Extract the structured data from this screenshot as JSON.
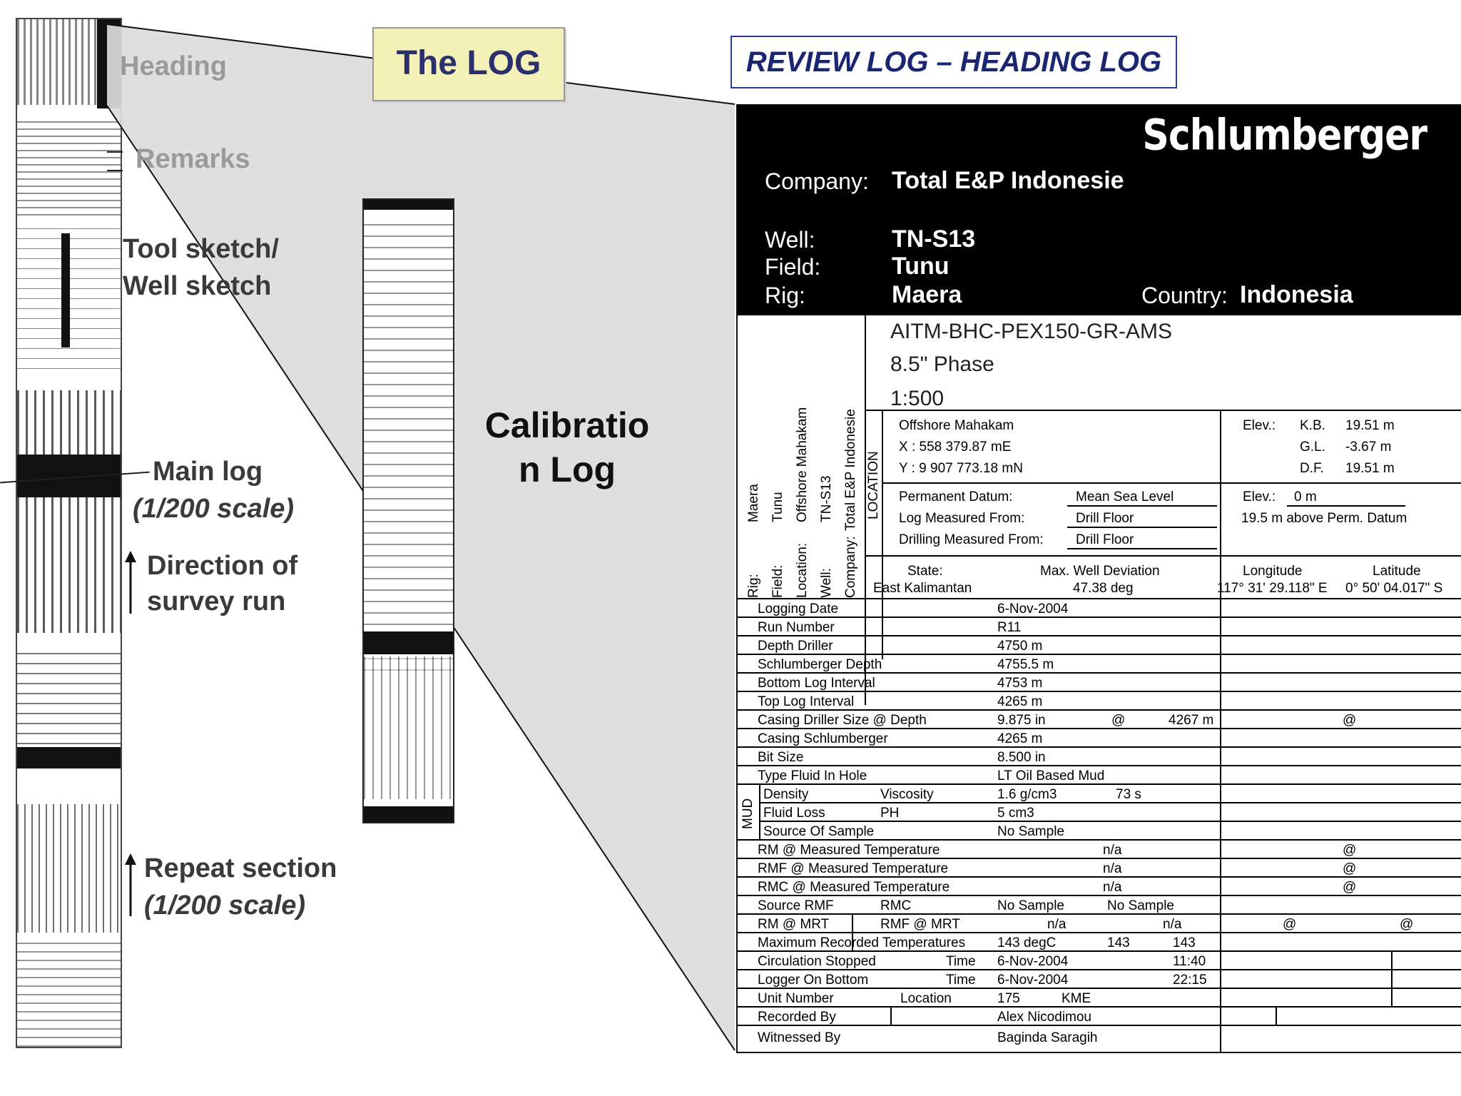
{
  "diagram": {
    "the_log": "The LOG",
    "calibration": "Calibratio n Log",
    "labels": {
      "heading": "Heading",
      "remarks": "Remarks",
      "tool_sketch_1": "Tool sketch/",
      "tool_sketch_2": "Well sketch",
      "main_log_1": "Main log",
      "main_log_2": "(1/200 scale)",
      "direction_1": "Direction of",
      "direction_2": "survey run",
      "repeat_1": "Repeat section",
      "repeat_2": "(1/200 scale)"
    }
  },
  "header": {
    "title": "REVIEW LOG – HEADING LOG"
  },
  "heading_log": {
    "logo": "Schlumberger",
    "company_label": "Company:",
    "company": "Total E&P Indonesie",
    "well_label": "Well:",
    "well": "TN-S13",
    "field_label": "Field:",
    "field": "Tunu",
    "rig_label": "Rig:",
    "rig": "Maera",
    "country_label": "Country:",
    "country": "Indonesia",
    "tool_string": "AITM-BHC-PEX150-GR-AMS",
    "phase": "8.5\" Phase",
    "scale": "1:500",
    "side": {
      "rig_label": "Rig:",
      "rig": "Maera",
      "field_label": "Field:",
      "field": "Tunu",
      "location_label": "Location:",
      "location": "Offshore Mahakam",
      "well_label": "Well:",
      "well": "TN-S13",
      "company_label": "Company:",
      "company": "Total E&P Indonesie"
    },
    "location_block": {
      "vertical_label": "LOCATION",
      "area": "Offshore Mahakam",
      "x": "X : 558 379.87 mE",
      "y": "Y : 9 907 773.18 mN",
      "elev_label": "Elev.:",
      "kb_label": "K.B.",
      "kb": "19.51 m",
      "gl_label": "G.L.",
      "gl": "-3.67 m",
      "df_label": "D.F.",
      "df": "19.51 m"
    },
    "datum": {
      "perm_label": "Permanent Datum:",
      "perm": "Mean Sea Level",
      "elev_label": "Elev.:",
      "elev": "0 m",
      "log_from_label": "Log Measured From:",
      "log_from": "Drill Floor",
      "above": "19.5 m    above Perm. Datum",
      "drill_from_label": "Drilling Measured From:",
      "drill_from": "Drill Floor"
    },
    "state_row": {
      "state_label": "State:",
      "state": "East Kalimantan",
      "dev_label": "Max. Well Deviation",
      "dev": "47.38 deg",
      "lon_label": "Longitude",
      "lon": "117° 31' 29.118\" E",
      "lat_label": "Latitude",
      "lat": "0° 50' 04.017\" S"
    },
    "mud_label": "MUD",
    "rows": {
      "r1": [
        "Logging Date",
        "6-Nov-2004"
      ],
      "r2": [
        "Run Number",
        "R11"
      ],
      "r3": [
        "Depth Driller",
        "4750 m"
      ],
      "r4": [
        "Schlumberger Depth",
        "4755.5 m"
      ],
      "r5": [
        "Bottom Log Interval",
        "4753 m"
      ],
      "r6": [
        "Top Log Interval",
        "4265 m"
      ],
      "r7": [
        "Casing Driller  Size @ Depth",
        "9.875 in",
        "@",
        "4267 m",
        "@"
      ],
      "r8": [
        "Casing Schlumberger",
        "4265 m"
      ],
      "r9": [
        "Bit Size",
        "8.500 in"
      ],
      "r10": [
        "Type Fluid In Hole",
        "LT Oil Based Mud"
      ],
      "r11": [
        "Density",
        "Viscosity",
        "1.6 g/cm3",
        "73 s"
      ],
      "r12": [
        "Fluid Loss",
        "PH",
        "5 cm3"
      ],
      "r13": [
        "Source Of Sample",
        "No Sample"
      ],
      "r14": [
        "RM @ Measured Temperature",
        "n/a",
        "@"
      ],
      "r15": [
        "RMF @ Measured Temperature",
        "n/a",
        "@"
      ],
      "r16": [
        "RMC @ Measured Temperature",
        "n/a",
        "@"
      ],
      "r17": [
        "Source  RMF",
        "RMC",
        "No Sample",
        "No Sample"
      ],
      "r18": [
        "RM @ MRT",
        "RMF @ MRT",
        "n/a",
        "n/a",
        "@",
        "@"
      ],
      "r19": [
        "Maximum Recorded Temperatures",
        "143 degC",
        "143",
        "143"
      ],
      "r20": [
        "Circulation Stopped",
        "Time",
        "6-Nov-2004",
        "11:40"
      ],
      "r21": [
        "Logger On Bottom",
        "Time",
        "6-Nov-2004",
        "22:15"
      ],
      "r22": [
        "Unit Number",
        "Location",
        "175",
        "KME"
      ],
      "r23": [
        "Recorded By",
        "Alex Nicodimou"
      ],
      "r24": [
        "Witnessed By",
        "Baginda Saragih"
      ]
    }
  }
}
